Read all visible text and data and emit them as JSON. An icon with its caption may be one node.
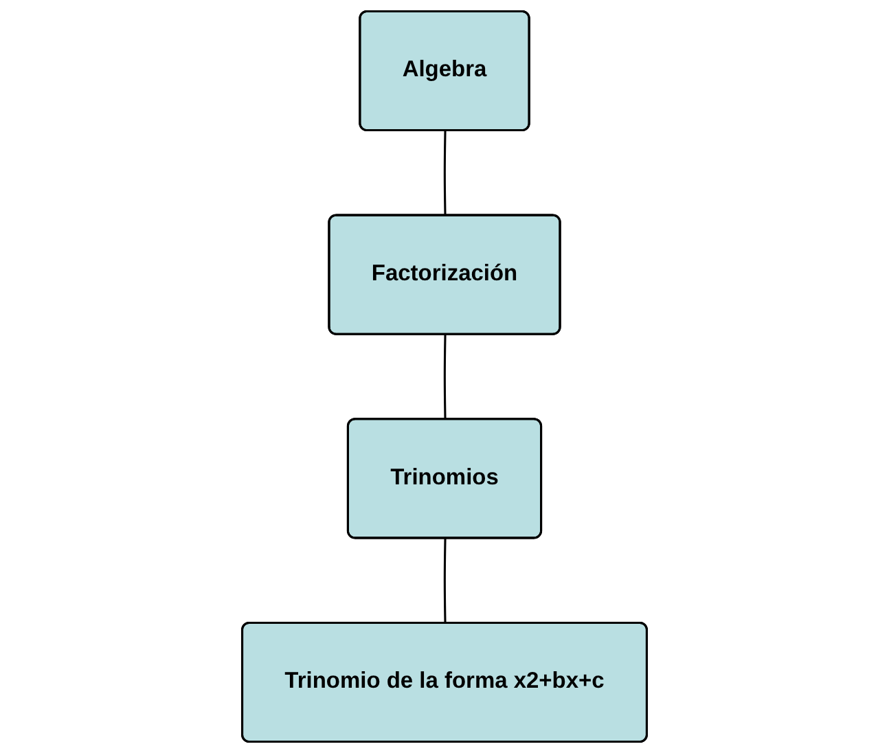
{
  "diagram": {
    "nodes": [
      {
        "text": [
          "Algebra"
        ]
      },
      {
        "text": [
          "Factorización"
        ]
      },
      {
        "text": [
          "Trinomios"
        ]
      },
      {
        "text": [
          "Trinomio de la forma x2+bx+c"
        ]
      }
    ],
    "edges": [
      {
        "from": 0,
        "to": 1,
        "arrow": "none"
      },
      {
        "from": 1,
        "to": 2,
        "arrow": "none"
      },
      {
        "from": 2,
        "to": 3,
        "arrow": "none"
      }
    ]
  }
}
